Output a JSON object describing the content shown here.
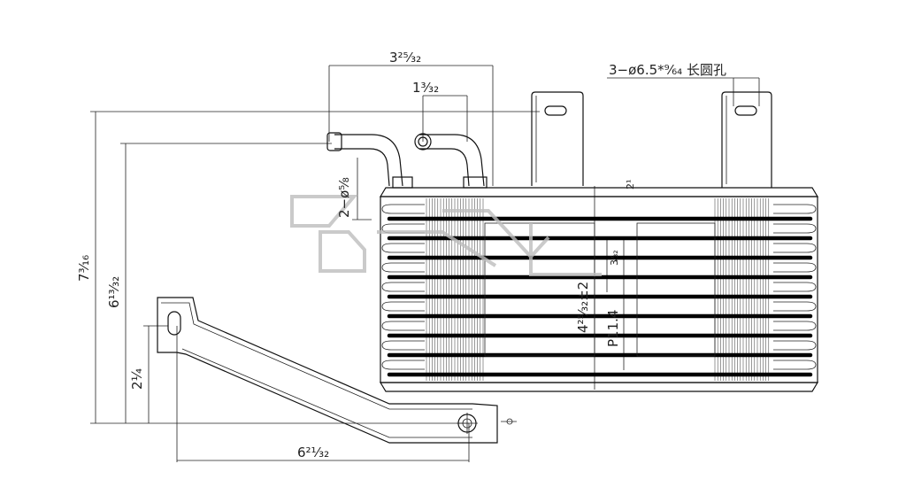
{
  "dimensions": {
    "top_width": "3²⁵⁄₃₂",
    "pipe_spacing": "1³⁄₃₂",
    "hole_callout": "3−ø6.5*⁹⁄₆₄ 长圆孔",
    "pipe_dia": "2−ø⅝",
    "overall_height": "7³⁄₁₆",
    "upper_height": "6¹³⁄₃₂",
    "bracket_height": "2¼",
    "bracket_length": "6²¹⁄₃₂",
    "core_height": "4²⁵⁄₃₂±2",
    "fin_pitch": "P11.4",
    "small_a": "2¹",
    "small_b": "3⁄₃₂"
  }
}
